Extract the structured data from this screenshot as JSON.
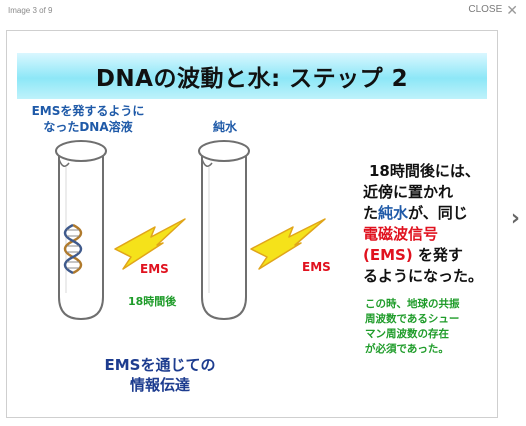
{
  "viewer": {
    "counter": "Image 3 of 9",
    "close_label": "CLOSE",
    "close_icon": "close-icon",
    "next_icon": "chevron-right-icon"
  },
  "slide": {
    "title": "DNAの波動と水: ステップ 2",
    "left_tube_label": [
      "EMSを発するように",
      "なったDNA溶液"
    ],
    "right_tube_label": "純水",
    "ems_left": "EMS",
    "ems_right": "EMS",
    "elapsed": "18時間後",
    "info_title": [
      "EMSを通じての",
      "情報伝達"
    ],
    "main_text": {
      "line1": "18時間後には、",
      "line2": "近傍に置かれ",
      "line3_pre": "た",
      "line3_blue": "純水",
      "line3_post": "が、同じ",
      "line4_red": "電磁波信号",
      "line5_red": "(EMS)",
      "line5_post": " を発す",
      "line6": "るようになった。"
    },
    "note": [
      "この時、地球の共振",
      "周波数であるシュー",
      "マン周波数の存在",
      "が必須であった。"
    ],
    "colors": {
      "banner": "#8de7f7",
      "blue_text": "#1f5aa8",
      "red_text": "#e0121f",
      "green_text": "#1f9c2a",
      "bolt_fill": "#f5e21a",
      "bolt_stroke": "#e0a51a"
    }
  }
}
